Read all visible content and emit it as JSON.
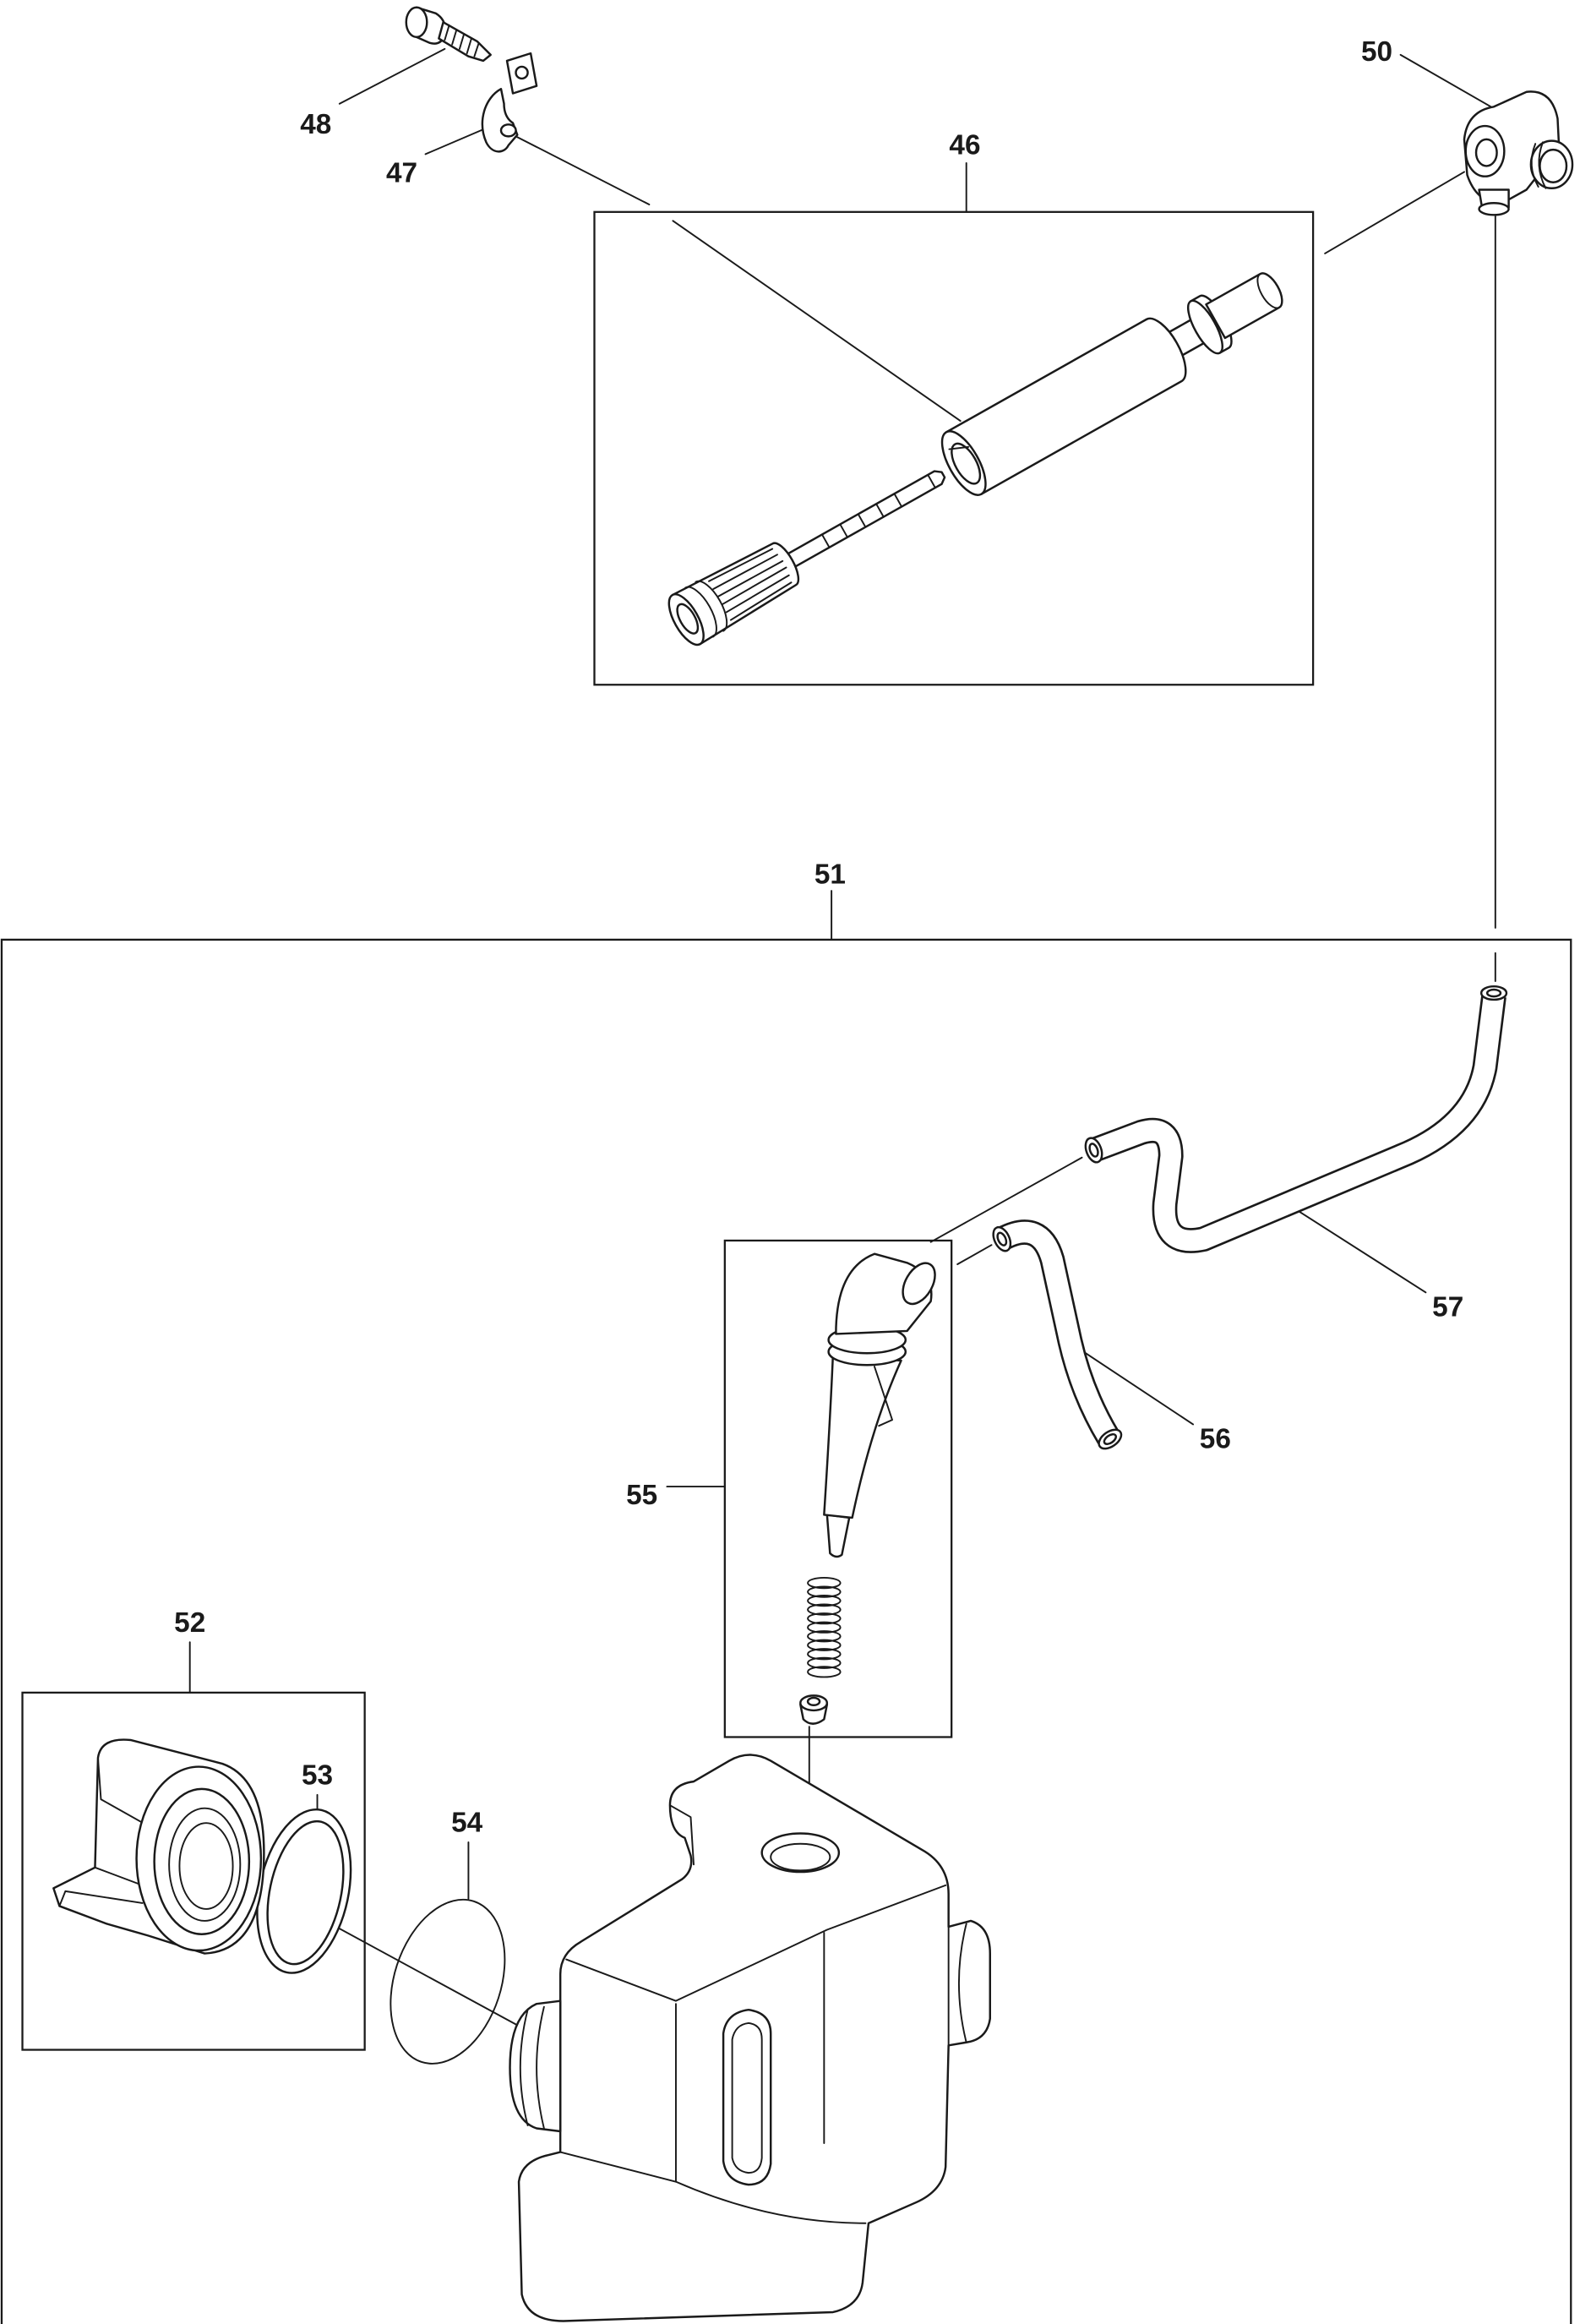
{
  "callouts": [
    "48",
    "47",
    "46",
    "50",
    "51",
    "52",
    "53",
    "54",
    "55",
    "56",
    "57"
  ],
  "colors": {
    "stroke": "#1a1a1a",
    "background": "#ffffff"
  }
}
